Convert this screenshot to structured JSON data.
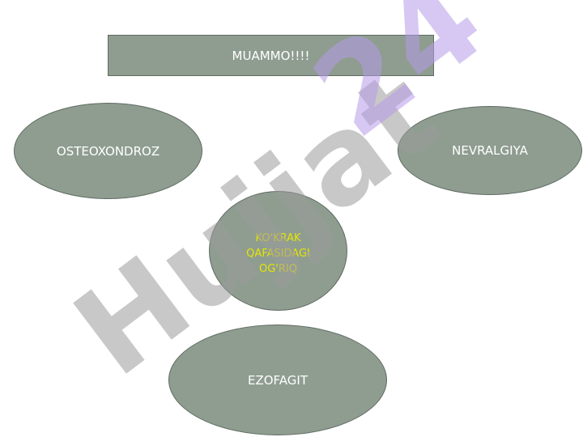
{
  "title_box": "MUAMMO!!!!",
  "nodes": {
    "left": "OSTEOXONDROZ",
    "right": "NEVRALGIYA",
    "center_lines": [
      "KO'KRAK",
      "QAFASIDAGI",
      "OG'RIQ"
    ],
    "bottom": "EZOFAGIT"
  },
  "watermark": {
    "dark_text": "Hujjat",
    "light_text": "24"
  },
  "colors": {
    "shape_fill": "#8f9d91",
    "shape_border": "#5f6b62",
    "label_white": "#ffffff",
    "label_yellow": "#e6e600",
    "watermark_gray": "#9a9a9a",
    "watermark_purple": "#b49be8"
  }
}
